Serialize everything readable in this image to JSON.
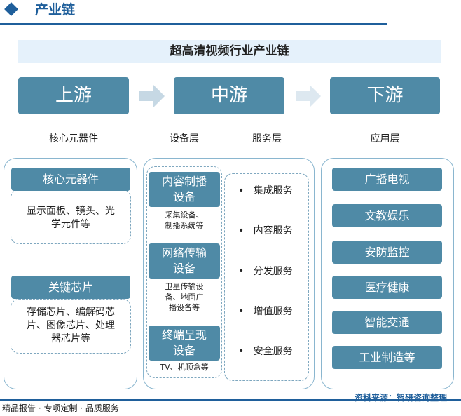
{
  "header": {
    "title": "产业链"
  },
  "banner": {
    "title": "超高清视频行业产业链"
  },
  "streams": {
    "upstream": "上游",
    "midstream": "中游",
    "downstream": "下游"
  },
  "layers": {
    "upstream": "核心元器件",
    "equipment": "设备层",
    "service": "服务层",
    "application": "应用层"
  },
  "upstream": {
    "core": {
      "title": "核心元器件",
      "desc_line1": "显示面板、镜头、光",
      "desc_line2": "学元件等"
    },
    "chip": {
      "title": "关键芯片",
      "desc_line1": "存储芯片、编解码芯",
      "desc_line2": "片、图像芯片、处理",
      "desc_line3": "器芯片等"
    }
  },
  "equipment": {
    "production": {
      "title_line1": "内容制播",
      "title_line2": "设备",
      "desc_line1": "采集设备、",
      "desc_line2": "制播系统等"
    },
    "network": {
      "title_line1": "网络传输",
      "title_line2": "设备",
      "desc_line1": "卫星传输设",
      "desc_line2": "备、地面广",
      "desc_line3": "播设备等"
    },
    "terminal": {
      "title_line1": "终端呈现",
      "title_line2": "设备",
      "desc_line1": "TV、机顶盒等"
    }
  },
  "services": [
    "集成服务",
    "内容服务",
    "分发服务",
    "增值服务",
    "安全服务"
  ],
  "bullet": "•",
  "applications": [
    "广播电视",
    "文教娱乐",
    "安防监控",
    "医疗健康",
    "智能交通",
    "工业制造等"
  ],
  "footer": {
    "left": "精品报告 · 专项定制 · 品质服务",
    "source": "资料来源：智研咨询整理"
  },
  "colors": {
    "primary": "#1f5f9b",
    "box": "#4f8aa6",
    "banner_bg": "#e5f1fb",
    "panel_border": "#8ab6cf",
    "arrow": "#c6d8e4"
  }
}
